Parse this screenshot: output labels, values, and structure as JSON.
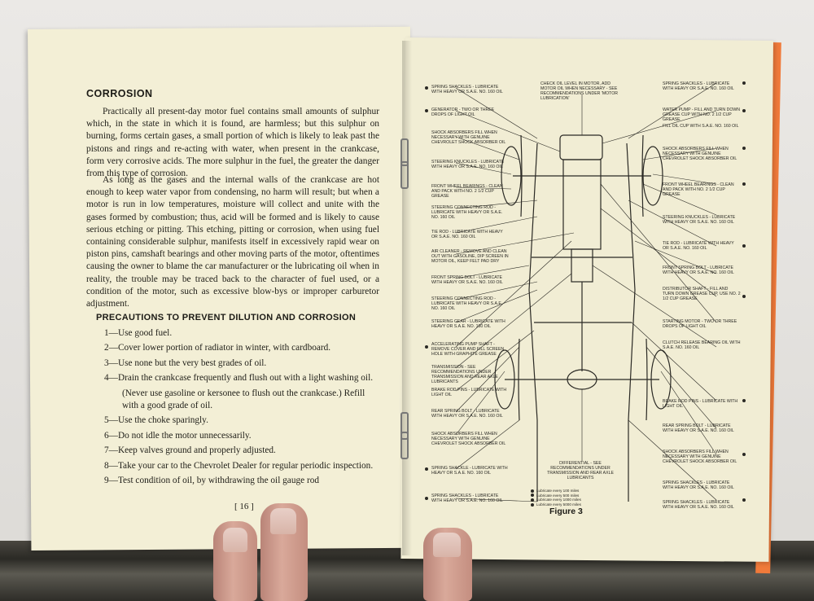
{
  "left_page": {
    "heading": "CORROSION",
    "paragraphs": [
      "Practically all present-day motor fuel contains small amounts of sulphur which, in the state in which it is found, are harmless; but this sulphur on burning, forms certain gases, a small portion of which is likely to leak past the pistons and rings and re-acting with water, when present in the crankcase, form very corrosive acids. The more sulphur in the fuel, the greater the danger from this type of corrosion.",
      "As long as the gases and the internal walls of the crankcase are hot enough to keep water vapor from condensing, no harm will result; but when a motor is run in low temperatures, moisture will collect and unite with the gases formed by combustion; thus, acid will be formed and is likely to cause serious etching or pitting. This etching, pitting or corrosion, when using fuel containing considerable sulphur, manifests itself in excessively rapid wear on piston pins, camshaft bearings and other moving parts of the motor, oftentimes causing the owner to blame the car manufacturer or the lubricating oil when in reality, the trouble may be traced back to the character of fuel used, or a condition of the motor, such as excessive blow-bys or improper carburetor adjustment."
    ],
    "subheading": "PRECAUTIONS TO PREVENT DILUTION AND CORROSION",
    "items": [
      "1—Use good fuel.",
      "2—Cover lower portion of radiator in winter, with cardboard.",
      "3—Use none but the very best grades of oil.",
      "4—Drain the crankcase frequently and flush out with a light washing oil.",
      "(Never use gasoline or kersonee to flush out the crankcase.) Refill with a good grade of oil.",
      "5—Use the choke sparingly.",
      "6—Do not idle the motor unnecessarily.",
      "7—Keep valves ground and properly adjusted.",
      "8—Take your car to the Chevrolet Dealer for regular periodic inspection.",
      "9—Test condition of oil, by withdrawing the oil gauge rod"
    ],
    "page_number": "[ 16 ]"
  },
  "right_page": {
    "figure_caption": "Figure 3",
    "labels_left": [
      "Spring shackles - lubricate with heavy or S.A.E. No. 160 oil",
      "Generator - two or three drops of light oil",
      "Shock absorbers fill when necessary with genuine Chevrolet shock absorber oil",
      "Steering knuckles - lubricate with heavy or S.A.E. No. 160 oil",
      "Front wheel bearings - clean and pack with No. 2 1/2 cup grease",
      "Steering connecting rod - lubricate with heavy or S.A.E. No. 160 oil",
      "Tie rod - lubricate with heavy or S.A.E. No. 160 oil",
      "Air cleaner - remove and clean out with gasoline, dip screen in motor oil, keep felt pad dry",
      "Front spring bolt - lubricate with heavy or S.A.E. No. 160 oil",
      "Steering connecting rod - lubricate with heavy or S.A.E. No. 160 oil",
      "Steering gear - lubricate with heavy or S.A.E. No. 160 oil",
      "Accelerating pump shaft - remove cover and fill screen hole with graphite grease",
      "Transmission - see recommendations under transmission and rear axle lubricants",
      "Brake rod pins - lubricate with light oil",
      "Rear spring bolt - lubricate with heavy or S.A.E. No. 160 oil",
      "Shock absorbers fill when necessary with genuine Chevrolet shock absorber oil",
      "Spring shackle - lubricate with heavy or S.A.E. No. 160 oil",
      "Spring shackles - lubricate with heavy or S.A.E. No. 160 oil"
    ],
    "labels_top": "Check oil level in motor, add motor oil when necessary - see recommendations under 'Motor Lubrication'",
    "labels_right": [
      "Spring shackles - lubricate with heavy or S.A.E. No. 160 oil",
      "Water pump - fill and turn down grease cup with No. 2 1/2 cup grease",
      "Fill oil cup with S.A.E. No. 160 oil",
      "Shock absorbers fill when necessary with genuine Chevrolet shock absorber oil",
      "Front wheel bearings - clean and pack with No. 2 1/2 cup grease",
      "Steering knuckles - lubricate with heavy or S.A.E. No. 160 oil",
      "Tie rod - lubricate with heavy or S.A.E. No. 160 oil",
      "Front spring bolt - lubricate with heavy or S.A.E. No. 160 oil",
      "Distributor shaft - fill and turn down grease cup, use No. 2 1/2 cup grease",
      "Starting motor - two or three drops of light oil",
      "Clutch release bearing oil with S.A.E. No. 160 oil",
      "Brake rod pins - lubricate with light oil",
      "Rear spring bolt - lubricate with heavy or S.A.E. No. 160 oil",
      "Shock absorbers fill when necessary with genuine Chevrolet shock absorber oil",
      "Spring shackles - lubricate with heavy or S.A.E. No. 160 oil",
      "Spring shackles - lubricate with heavy or S.A.E. No. 160 oil"
    ],
    "center_bottom_label": "Differential - see recommendations under transmission and rear axle lubricants",
    "legend": [
      "Lubricate every 100 miles",
      "Lubricate every 500 miles",
      "Lubricate every 1000 miles",
      "Lubricate every 5000 miles"
    ]
  },
  "colors": {
    "paper": "#f3efd6",
    "ink": "#22211b",
    "cover_edge": "#f07a3a"
  }
}
